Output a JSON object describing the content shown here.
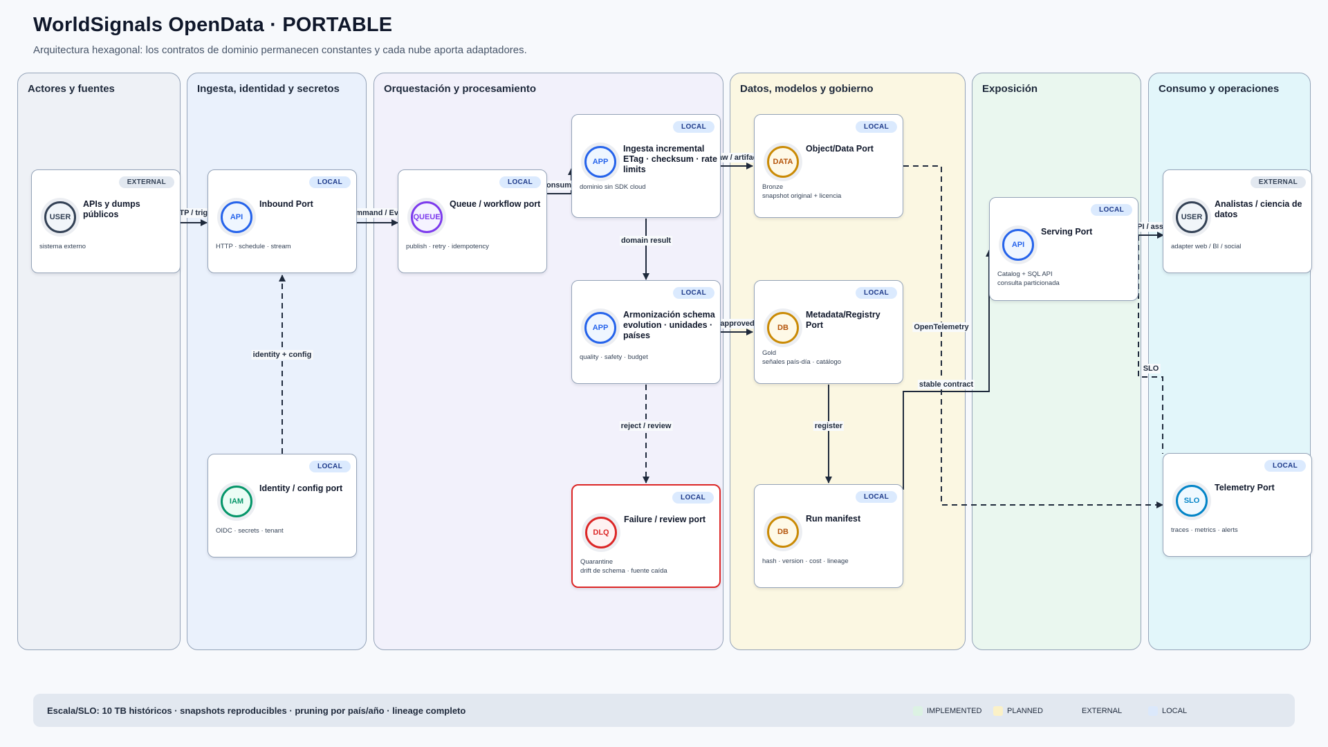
{
  "header": {
    "title": "WorldSignals OpenData · PORTABLE",
    "subtitle": "Arquitectura hexagonal: los contratos de dominio permanecen constantes y cada nube aporta adaptadores."
  },
  "lanes": [
    {
      "id": "actors",
      "title": "Actores y fuentes",
      "bg": "#eef1f6"
    },
    {
      "id": "ingest",
      "title": "Ingesta, identidad y secretos",
      "bg": "#eaf1fc"
    },
    {
      "id": "orch",
      "title": "Orquestación y procesamiento",
      "bg": "#f2f1fb"
    },
    {
      "id": "data",
      "title": "Datos, modelos y gobierno",
      "bg": "#fbf7e2"
    },
    {
      "id": "expo",
      "title": "Exposición",
      "bg": "#eaf7ef"
    },
    {
      "id": "ops",
      "title": "Consumo y operaciones",
      "bg": "#e2f6fa"
    }
  ],
  "nodes": {
    "users_src": {
      "badge": "EXTERNAL",
      "icon": "USER",
      "title": "APIs y dumps públicos",
      "desc": "sistema externo"
    },
    "inbound": {
      "badge": "LOCAL",
      "icon": "API",
      "title": "Inbound Port",
      "desc": "HTTP · schedule · stream"
    },
    "identity": {
      "badge": "LOCAL",
      "icon": "IAM",
      "title": "Identity / config port",
      "desc": "OIDC · secrets · tenant"
    },
    "queue": {
      "badge": "LOCAL",
      "icon": "QUEUE",
      "title": "Queue / workflow port",
      "desc": "publish · retry · idempotency"
    },
    "ingest_app": {
      "badge": "LOCAL",
      "icon": "APP",
      "title": "Ingesta incremental ETag · checksum · rate limits",
      "desc": "dominio sin SDK cloud"
    },
    "harmon": {
      "badge": "LOCAL",
      "icon": "APP",
      "title": "Armonización schema evolution · unidades · países",
      "desc": "quality · safety · budget"
    },
    "failure": {
      "badge": "LOCAL",
      "icon": "DLQ",
      "title": "Failure / review port",
      "desc": "Quarantine\ndrift de schema · fuente caída"
    },
    "object": {
      "badge": "LOCAL",
      "icon": "DATA",
      "title": "Object/Data Port",
      "desc": "Bronze\nsnapshot original + licencia"
    },
    "metadata": {
      "badge": "LOCAL",
      "icon": "DB",
      "title": "Metadata/Registry Port",
      "desc": "Gold\nseñales país-día · catálogo"
    },
    "manifest": {
      "badge": "LOCAL",
      "icon": "DB",
      "title": "Run manifest",
      "desc": "hash · version · cost · lineage"
    },
    "serving": {
      "badge": "LOCAL",
      "icon": "API",
      "title": "Serving Port",
      "desc": "Catalog + SQL API\nconsulta particionada"
    },
    "analysts": {
      "badge": "EXTERNAL",
      "icon": "USER",
      "title": "Analistas / ciencia de datos",
      "desc": "adapter web / BI / social"
    },
    "telemetry": {
      "badge": "LOCAL",
      "icon": "SLO",
      "title": "Telemetry Port",
      "desc": "traces · metrics · alerts"
    }
  },
  "edges": {
    "http_trigger": "HTTP / trigger",
    "command_event": "Command / Event",
    "consume": "consume",
    "raw_artifact": "raw / artifact",
    "domain_result": "domain result",
    "approved": "approved",
    "reject_review": "reject / review",
    "register": "register",
    "identity_config": "identity + config",
    "opentelemetry": "OpenTelemetry",
    "stable_contract": "stable contract",
    "api_asset": "API / asset",
    "slo": "SLO"
  },
  "footer": {
    "text": "Escala/SLO: 10 TB históricos · snapshots reproducibles · pruning por país/año · lineage completo",
    "legend": [
      {
        "label": "IMPLEMENTED",
        "color": "#dcf2e3"
      },
      {
        "label": "PLANNED",
        "color": "#fbf1c7"
      },
      {
        "label": "EXTERNAL",
        "color": "#e2e8f0"
      },
      {
        "label": "LOCAL",
        "color": "#dbe8fb"
      }
    ]
  },
  "colors": {
    "edge": "#1e293b",
    "lane_border": "#94a3b8",
    "dlq_border": "#dc2626"
  }
}
